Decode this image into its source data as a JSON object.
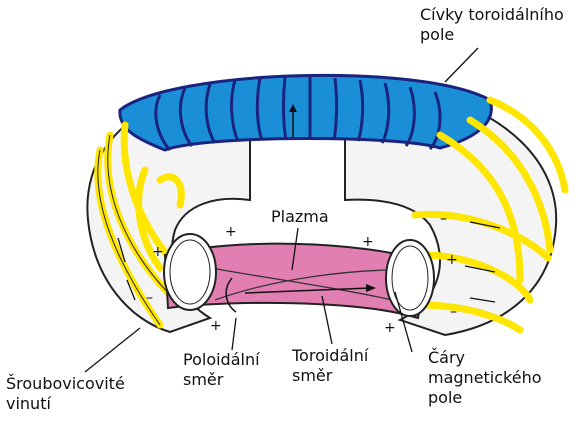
{
  "labels": {
    "toroidal_coils": [
      "Cívky toroidálního",
      "pole"
    ],
    "plasma": "Plazma",
    "helical_winding": [
      "Šroubovicovité",
      "vinutí"
    ],
    "poloidal_direction": [
      "Poloidální",
      "směr"
    ],
    "toroidal_direction": [
      "Toroidální",
      "směr"
    ],
    "field_lines": [
      "Čáry",
      "magnetického",
      "pole"
    ],
    "plus": "+",
    "minus": "–"
  },
  "colors": {
    "coil_blue": "#1a8fd8",
    "coil_dark": "#1a237e",
    "winding_yellow": "#ffe600",
    "plasma_pink": "#e27fb2",
    "torus_grey": "#f0f0f0",
    "outline": "#222222"
  }
}
